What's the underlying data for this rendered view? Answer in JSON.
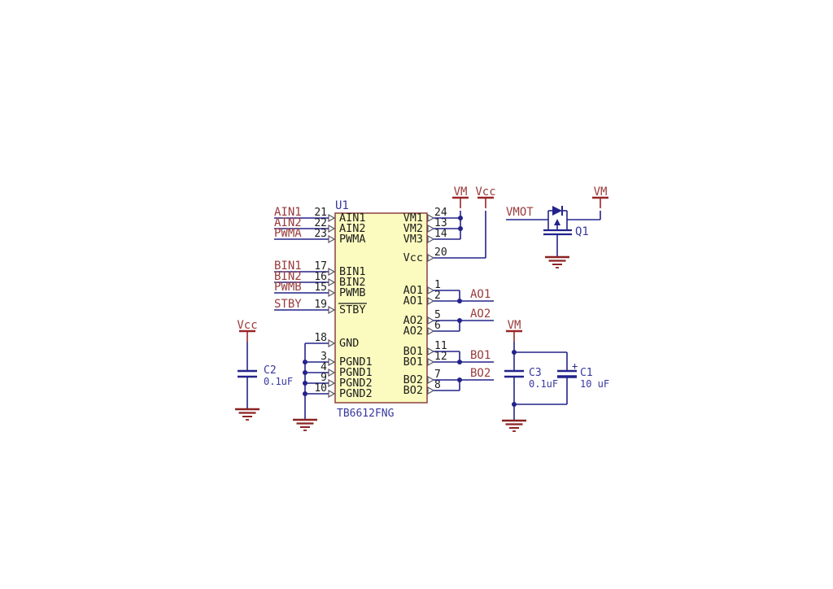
{
  "colors": {
    "wire": "#23238c",
    "junction": "#23238c",
    "net_label": "#9a3b3b",
    "power_symbol": "#9a2525",
    "ground_symbol": "#8b2222",
    "ic_fill": "#fbfbbf",
    "ic_border": "#8b4040",
    "pin_text": "#1c1c1c",
    "component_text": "#3838a0",
    "pin_chevron": "#565660"
  },
  "ic": {
    "ref": "U1",
    "part": "TB6612FNG",
    "pins_left": [
      {
        "number": "21",
        "name": "AIN1",
        "net": "AIN1"
      },
      {
        "number": "22",
        "name": "AIN2",
        "net": "AIN2"
      },
      {
        "number": "23",
        "name": "PWMA",
        "net": "PWMA"
      },
      {
        "number": "17",
        "name": "BIN1",
        "net": "BIN1"
      },
      {
        "number": "16",
        "name": "BIN2",
        "net": "BIN2"
      },
      {
        "number": "15",
        "name": "PWMB",
        "net": "PWMB"
      },
      {
        "number": "19",
        "name": "STBY",
        "net": "STBY"
      },
      {
        "number": "18",
        "name": "GND",
        "net": "GND"
      },
      {
        "number": "3",
        "name": "PGND1",
        "net": "GND"
      },
      {
        "number": "4",
        "name": "PGND1",
        "net": "GND"
      },
      {
        "number": "9",
        "name": "PGND2",
        "net": "GND"
      },
      {
        "number": "10",
        "name": "PGND2",
        "net": "GND"
      }
    ],
    "pins_right": [
      {
        "number": "24",
        "name": "VM1",
        "net": "VM"
      },
      {
        "number": "13",
        "name": "VM2",
        "net": "VM"
      },
      {
        "number": "14",
        "name": "VM3",
        "net": "VM"
      },
      {
        "number": "20",
        "name": "Vcc",
        "net": "Vcc"
      },
      {
        "number": "1",
        "name": "AO1",
        "net": "AO1"
      },
      {
        "number": "2",
        "name": "AO1",
        "net": "AO1"
      },
      {
        "number": "5",
        "name": "AO2",
        "net": "AO2"
      },
      {
        "number": "6",
        "name": "AO2",
        "net": "AO2"
      },
      {
        "number": "11",
        "name": "BO1",
        "net": "BO1"
      },
      {
        "number": "12",
        "name": "BO1",
        "net": "BO1"
      },
      {
        "number": "7",
        "name": "BO2",
        "net": "BO2"
      },
      {
        "number": "8",
        "name": "BO2",
        "net": "BO2"
      }
    ]
  },
  "output_nets": [
    {
      "label": "AO1"
    },
    {
      "label": "AO2"
    },
    {
      "label": "BO1"
    },
    {
      "label": "BO2"
    }
  ],
  "power_flags": {
    "vm": "VM",
    "vcc": "Vcc"
  },
  "capacitors": [
    {
      "ref": "C2",
      "value": "0.1uF"
    },
    {
      "ref": "C3",
      "value": "0.1uF"
    },
    {
      "ref": "C1",
      "value": "10 uF",
      "polarity": "+"
    }
  ],
  "transistor": {
    "ref": "Q1",
    "input_net": "VMOT",
    "output_net": "VM"
  }
}
